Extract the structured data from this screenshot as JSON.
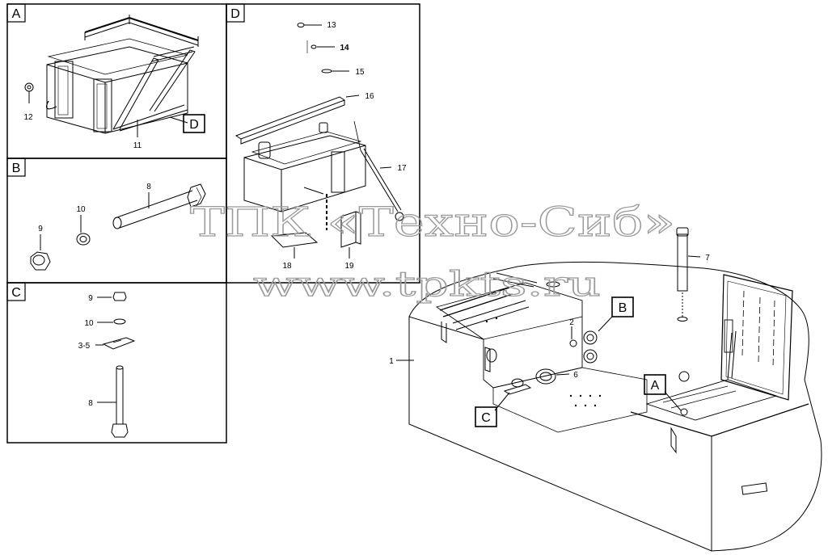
{
  "detail_views": {
    "a": {
      "letter": "A",
      "labels": [
        "12",
        "11"
      ],
      "ref_letter": "D"
    },
    "b": {
      "letter": "B",
      "labels": [
        "8",
        "10",
        "9"
      ]
    },
    "c": {
      "letter": "C",
      "labels": [
        "9",
        "10",
        "3-5",
        "8"
      ]
    },
    "d": {
      "letter": "D",
      "labels": [
        "13",
        "14",
        "15",
        "16",
        "17",
        "18",
        "19"
      ]
    }
  },
  "main_view": {
    "labels": [
      "1",
      "2",
      "6",
      "7"
    ],
    "callouts": [
      "B",
      "A",
      "C"
    ]
  },
  "watermark": {
    "line1": "ТПК «Техно-Сиб»",
    "line2": "www.tpkts.ru"
  }
}
